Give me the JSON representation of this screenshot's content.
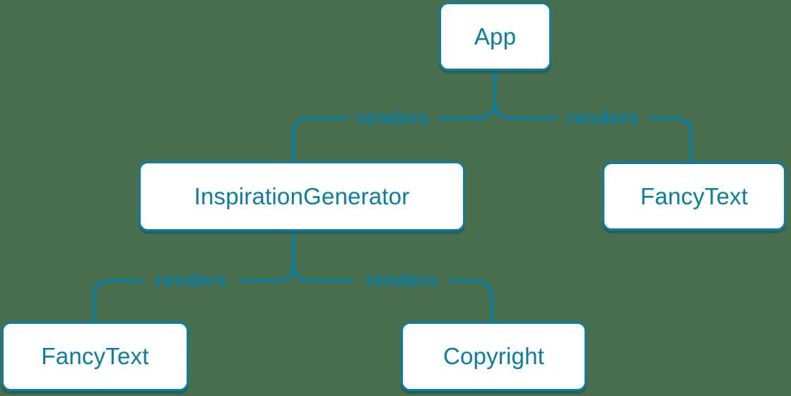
{
  "diagram": {
    "type": "component-render-tree",
    "nodes": {
      "app": {
        "label": "App"
      },
      "inspiration_generator": {
        "label": "InspirationGenerator"
      },
      "fancy_text_top": {
        "label": "FancyText"
      },
      "fancy_text_bottom": {
        "label": "FancyText"
      },
      "copyright": {
        "label": "Copyright"
      }
    },
    "edges": [
      {
        "from": "App",
        "to": "InspirationGenerator",
        "label": "renders"
      },
      {
        "from": "App",
        "to": "FancyText",
        "label": "renders"
      },
      {
        "from": "InspirationGenerator",
        "to": "FancyText",
        "label": "renders"
      },
      {
        "from": "InspirationGenerator",
        "to": "Copyright",
        "label": "renders"
      }
    ],
    "colors": {
      "accent": "#087ea4",
      "node_border": "#0a7ea4",
      "node_fill": "#ffffff",
      "background": "#486e4d"
    }
  }
}
